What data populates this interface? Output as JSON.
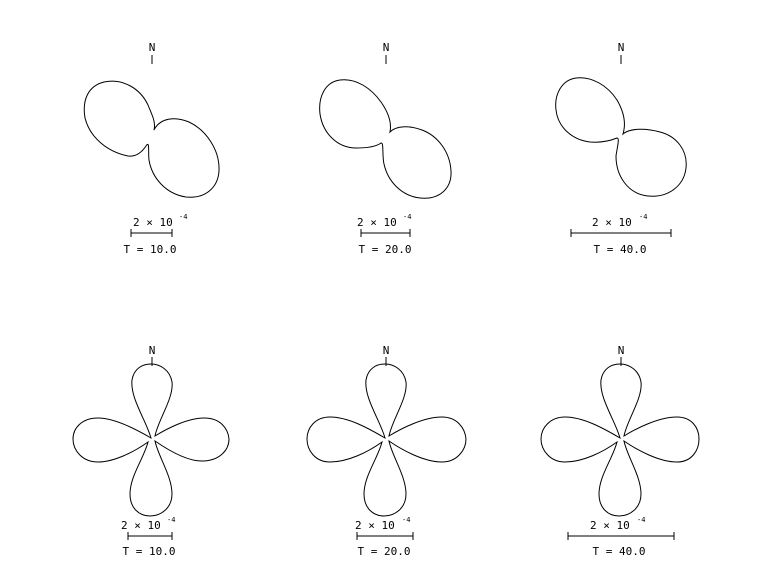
{
  "north_label": "N",
  "panels": [
    {
      "pattern": "two-lobe",
      "scale_base": "2 × 10",
      "scale_exp": "-4",
      "time_label": "T = 10.0"
    },
    {
      "pattern": "two-lobe",
      "scale_base": "2 × 10",
      "scale_exp": "-4",
      "time_label": "T = 20.0"
    },
    {
      "pattern": "two-lobe",
      "scale_base": "2 × 10",
      "scale_exp": "-4",
      "time_label": "T = 40.0"
    },
    {
      "pattern": "four-lobe",
      "scale_base": "2 × 10",
      "scale_exp": "-4",
      "time_label": "T = 10.0"
    },
    {
      "pattern": "four-lobe",
      "scale_base": "2 × 10",
      "scale_exp": "-4",
      "time_label": "T = 20.0"
    },
    {
      "pattern": "four-lobe",
      "scale_base": "2 × 10",
      "scale_exp": "-4",
      "time_label": "T = 40.0"
    }
  ]
}
